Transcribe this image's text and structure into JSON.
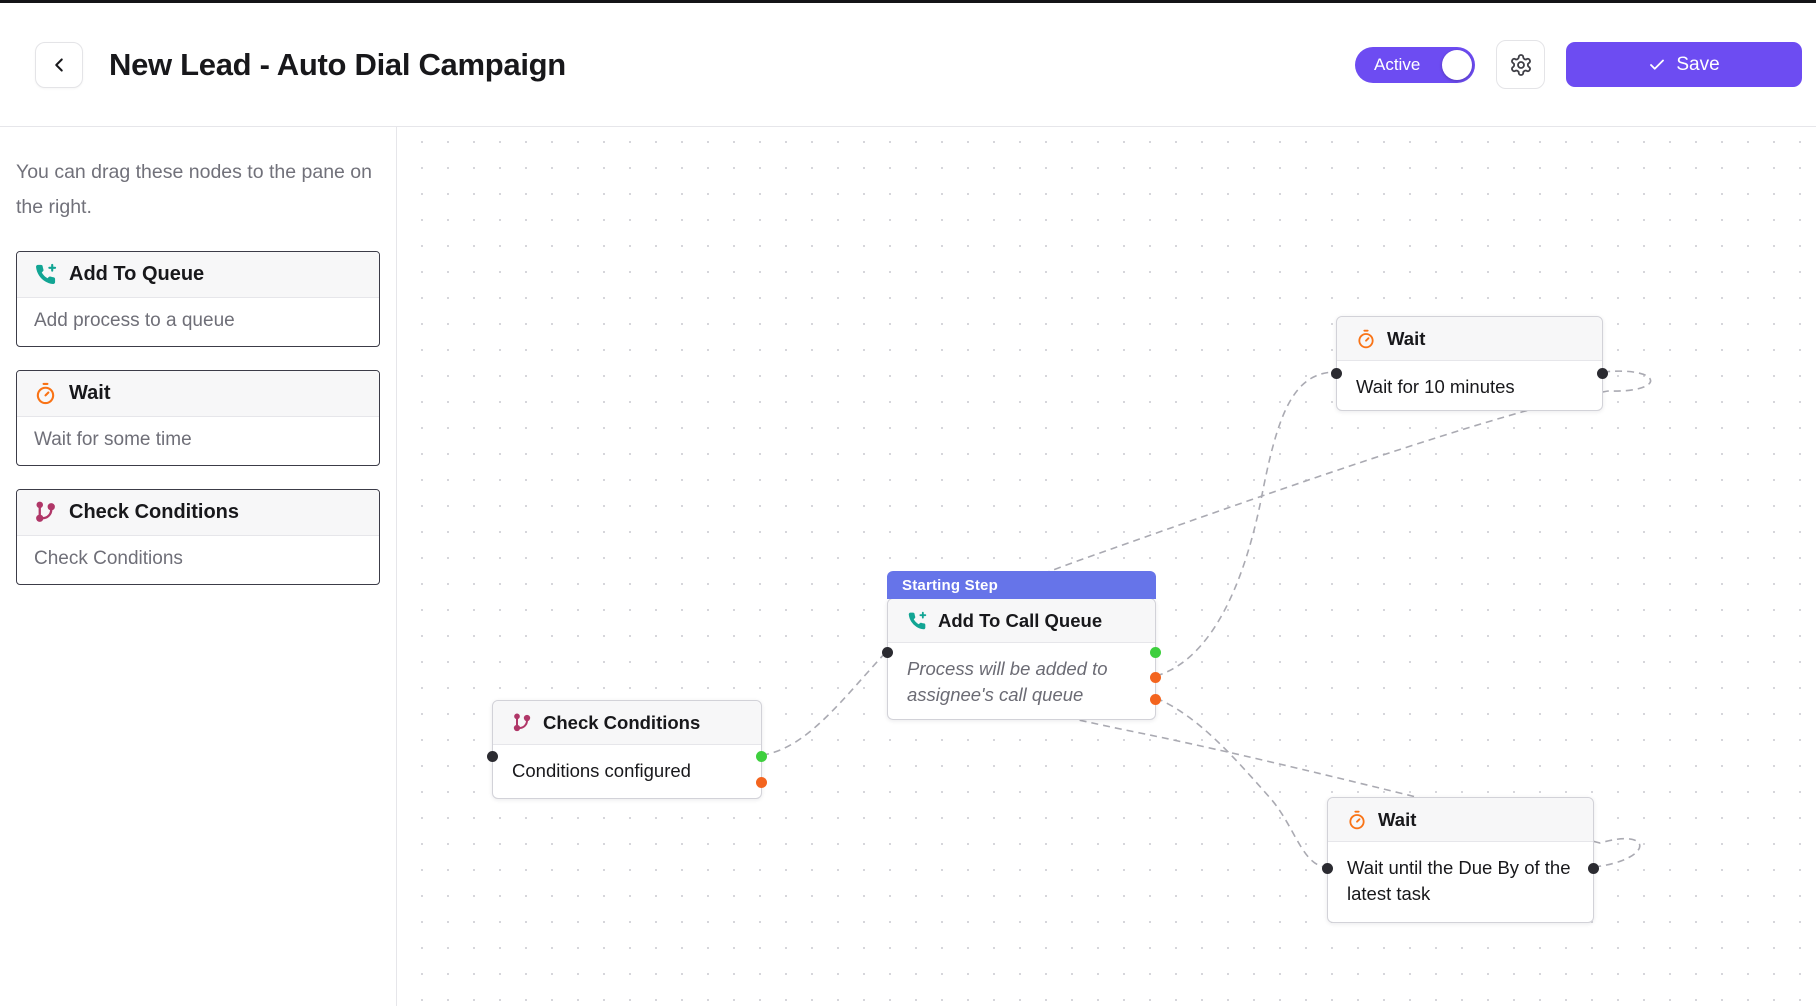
{
  "header": {
    "title": "New Lead - Auto Dial Campaign",
    "active_toggle_label": "Active",
    "save_label": "Save"
  },
  "sidebar": {
    "hint": "You can drag these nodes to the pane on the right.",
    "palette": [
      {
        "title": "Add To Queue",
        "subtitle": "Add process to a queue",
        "icon": "phone-plus-icon"
      },
      {
        "title": "Wait",
        "subtitle": "Wait for some time",
        "icon": "timer-icon"
      },
      {
        "title": "Check Conditions",
        "subtitle": "Check Conditions",
        "icon": "branch-icon"
      }
    ]
  },
  "canvas": {
    "nodes": [
      {
        "id": "check-conditions",
        "title": "Check Conditions",
        "body": "Conditions configured",
        "icon": "branch-icon"
      },
      {
        "id": "add-to-call-queue",
        "badge": "Starting Step",
        "title": "Add To Call Queue",
        "body": "Process will be added to assignee's call queue",
        "icon": "phone-plus-icon"
      },
      {
        "id": "wait-10-minutes",
        "title": "Wait",
        "body": "Wait for 10 minutes",
        "icon": "timer-icon"
      },
      {
        "id": "wait-due-by",
        "title": "Wait",
        "body": "Wait until the Due By of the latest task",
        "icon": "timer-icon"
      }
    ],
    "edges": [
      {
        "from": "check-conditions.source-green",
        "to": "add-to-call-queue.target"
      },
      {
        "from": "add-to-call-queue.source-orange-1",
        "to": "wait-10-minutes.target"
      },
      {
        "from": "add-to-call-queue.source-orange-2",
        "to": "wait-due-by.target"
      },
      {
        "from": "wait-10-minutes.source",
        "to": "add-to-call-queue.target"
      },
      {
        "from": "wait-due-by.source",
        "to": "add-to-call-queue.target"
      }
    ]
  },
  "colors": {
    "primary_purple": "#6d4cf2",
    "starting_step_badge": "#6674e9",
    "queue_icon_teal": "#12a594",
    "wait_icon_orange": "#f97316",
    "conditions_icon_magenta": "#b03768",
    "handle_source_green": "#3ecf3e",
    "handle_source_orange": "#f3641e",
    "handle_target_dark": "#2b2b31",
    "edge_gray": "#aaaab2"
  }
}
